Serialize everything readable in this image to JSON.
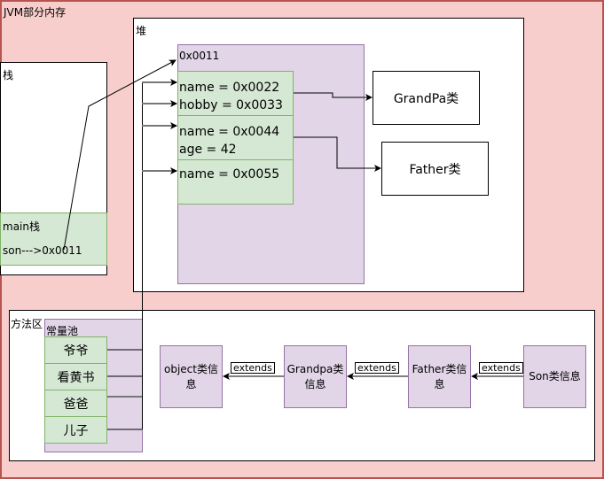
{
  "title": "JVM部分内存",
  "stack": {
    "label": "栈",
    "frame": {
      "label": "main栈",
      "variable": "son--->0x0011"
    }
  },
  "heap": {
    "label": "堆",
    "object": {
      "address": "0x0011",
      "fields": [
        [
          "name = 0x0022",
          "hobby = 0x0033"
        ],
        [
          "name = 0x0044",
          "age = 42"
        ],
        [
          "name = 0x0055"
        ]
      ]
    },
    "classes": [
      "GrandPa类",
      "Father类"
    ]
  },
  "method_area": {
    "label": "方法区",
    "constant_pool": {
      "label": "常量池",
      "items": [
        "爷爷",
        "看黄书",
        "爸爸",
        "儿子"
      ]
    },
    "class_info": [
      "object类信息",
      "Grandpa类信息",
      "Father类信息",
      "Son类信息"
    ],
    "relation_label": "extends"
  }
}
